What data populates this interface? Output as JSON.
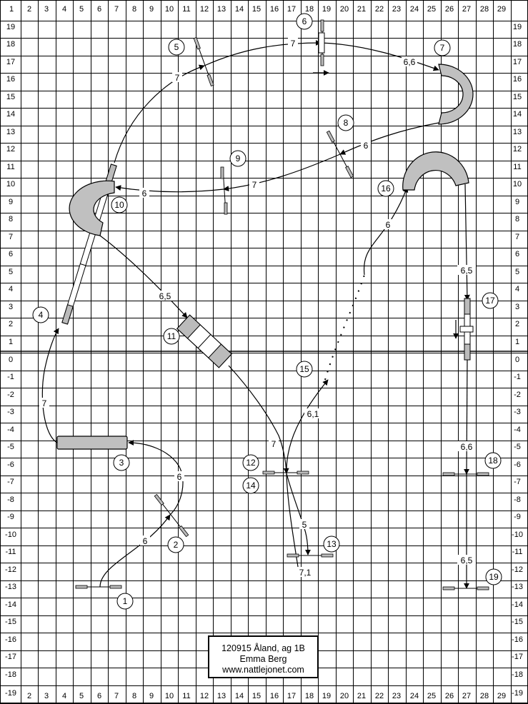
{
  "grid": {
    "x_labels": [
      "1",
      "2",
      "3",
      "4",
      "5",
      "6",
      "7",
      "8",
      "9",
      "10",
      "11",
      "12",
      "13",
      "14",
      "15",
      "16",
      "17",
      "18",
      "19",
      "20",
      "21",
      "22",
      "23",
      "24",
      "25",
      "26",
      "27",
      "28",
      "29"
    ],
    "y_labels": [
      "19",
      "18",
      "17",
      "16",
      "15",
      "14",
      "13",
      "12",
      "11",
      "10",
      "9",
      "8",
      "7",
      "6",
      "5",
      "4",
      "3",
      "2",
      "1",
      "0",
      "-1",
      "-2",
      "-3",
      "-4",
      "-5",
      "-6",
      "-7",
      "-8",
      "-9",
      "-10",
      "-11",
      "-12",
      "-13",
      "-14",
      "-15",
      "-16",
      "-17",
      "-18",
      "-19"
    ]
  },
  "obstacles": [
    {
      "number": "1"
    },
    {
      "number": "2"
    },
    {
      "number": "3"
    },
    {
      "number": "4"
    },
    {
      "number": "5"
    },
    {
      "number": "6"
    },
    {
      "number": "7"
    },
    {
      "number": "8"
    },
    {
      "number": "9"
    },
    {
      "number": "10"
    },
    {
      "number": "11"
    },
    {
      "number": "12"
    },
    {
      "number": "13"
    },
    {
      "number": "14"
    },
    {
      "number": "15"
    },
    {
      "number": "16"
    },
    {
      "number": "17"
    },
    {
      "number": "18"
    },
    {
      "number": "19"
    }
  ],
  "distances": [
    "6",
    "6",
    "7",
    "7",
    "7",
    "6,6",
    "6",
    "7",
    "6",
    "6,5",
    "7",
    "5",
    "7,1",
    "6,1",
    "6",
    "6,5",
    "6,6",
    "6,5"
  ],
  "info": {
    "line1": "120915 Åland, ag 1B",
    "line2": "Emma Berg",
    "line3": "www.nattlejonet.com"
  }
}
